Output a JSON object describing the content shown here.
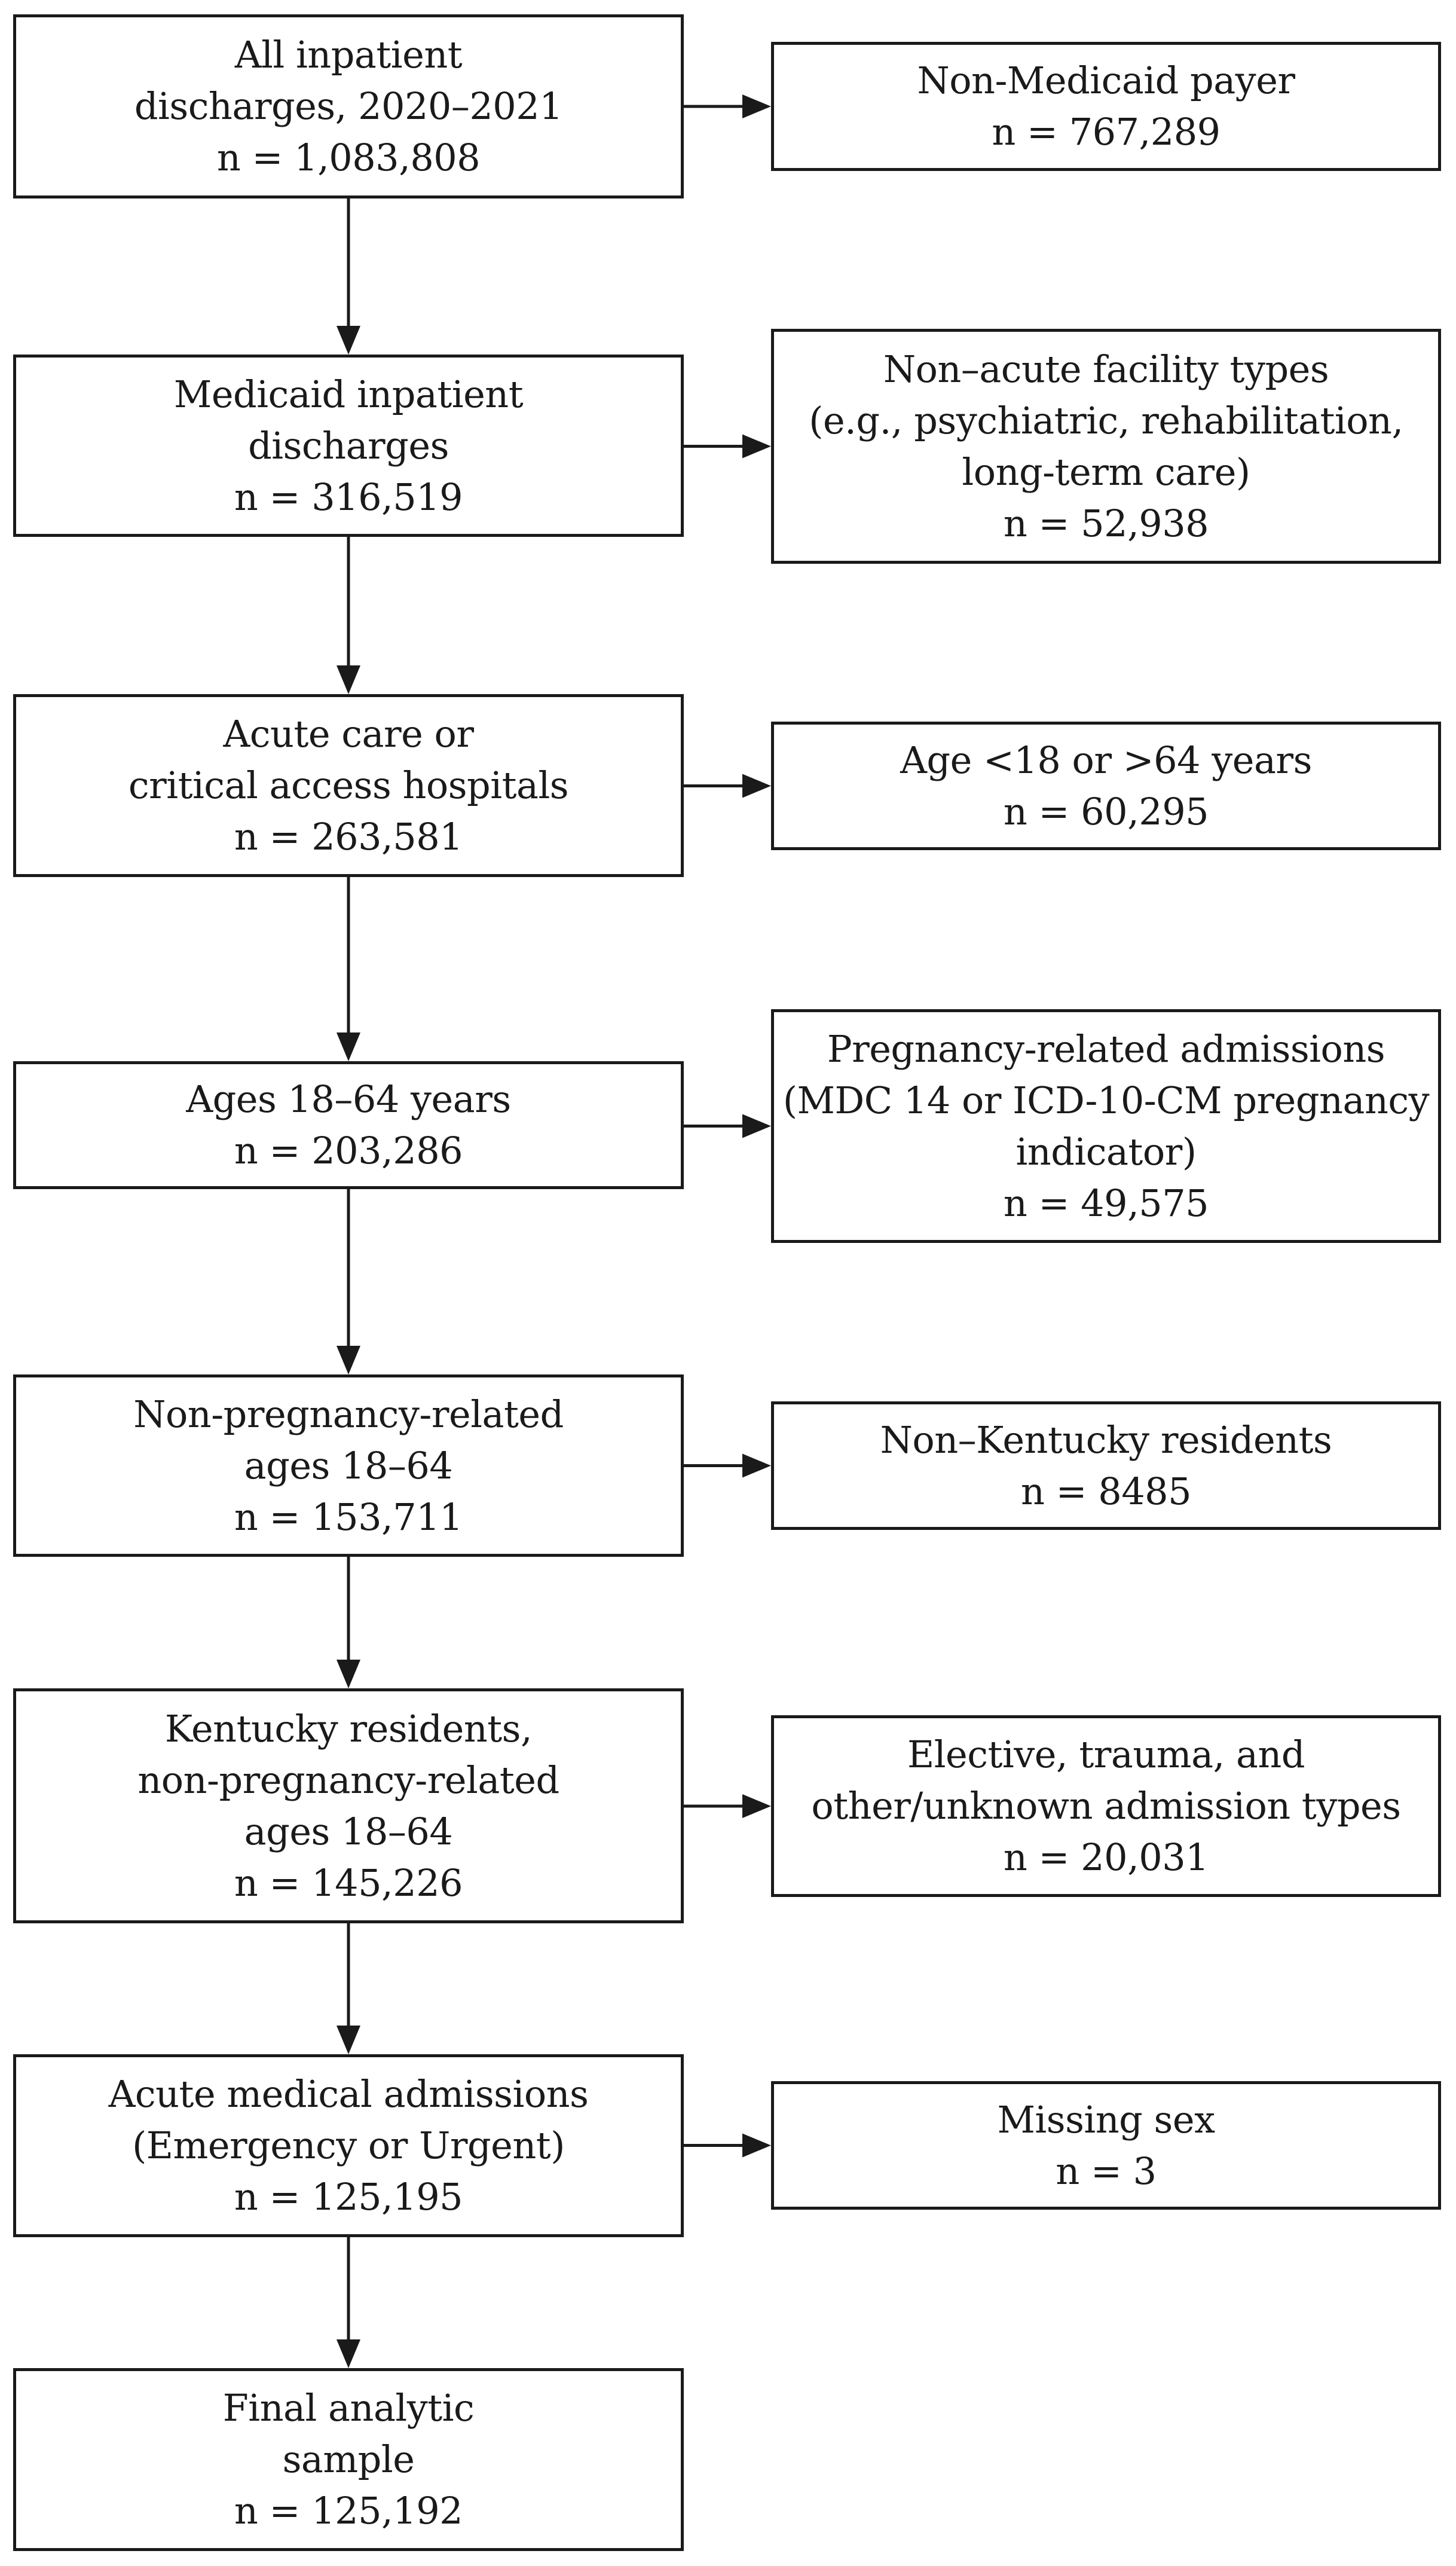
{
  "main_steps": [
    {
      "id": "all",
      "lines": [
        "All inpatient",
        "discharges, 2020–2021",
        "n = 1,083,808"
      ]
    },
    {
      "id": "medicaid",
      "lines": [
        "Medicaid inpatient",
        "discharges",
        "n = 316,519"
      ]
    },
    {
      "id": "acute",
      "lines": [
        "Acute care or",
        "critical access hospitals",
        "n = 263,581"
      ]
    },
    {
      "id": "ages",
      "lines": [
        "Ages 18–64 years",
        "n = 203,286"
      ]
    },
    {
      "id": "nonpreg",
      "lines": [
        "Non-pregnancy-related",
        "ages 18–64",
        "n = 153,711"
      ]
    },
    {
      "id": "ky",
      "lines": [
        "Kentucky residents,",
        "non-pregnancy-related",
        "ages 18–64",
        "n = 145,226"
      ]
    },
    {
      "id": "admissions",
      "lines": [
        "Acute medical admissions",
        "(Emergency or Urgent)",
        "n = 125,195"
      ]
    },
    {
      "id": "final",
      "lines": [
        "Final analytic",
        "sample",
        "n = 125,192"
      ]
    }
  ],
  "exclusions": [
    {
      "id": "non-medicaid",
      "lines": [
        "Non-Medicaid payer",
        "n = 767,289"
      ]
    },
    {
      "id": "non-acute",
      "lines": [
        "Non–acute facility types",
        "(e.g., psychiatric, rehabilitation,",
        "long-term care)",
        "n = 52,938"
      ]
    },
    {
      "id": "age",
      "lines": [
        "Age <18 or >64 years",
        "n = 60,295"
      ]
    },
    {
      "id": "pregnancy",
      "lines": [
        "Pregnancy-related admissions",
        "(MDC 14 or ICD-10-CM pregnancy",
        "indicator)",
        "n = 49,575"
      ]
    },
    {
      "id": "non-ky",
      "lines": [
        "Non–Kentucky residents",
        "n = 8485"
      ]
    },
    {
      "id": "admission-types",
      "lines": [
        "Elective, trauma, and",
        "other/unknown admission types",
        "n = 20,031"
      ]
    },
    {
      "id": "missing-sex",
      "lines": [
        "Missing sex",
        "n = 3"
      ]
    }
  ]
}
